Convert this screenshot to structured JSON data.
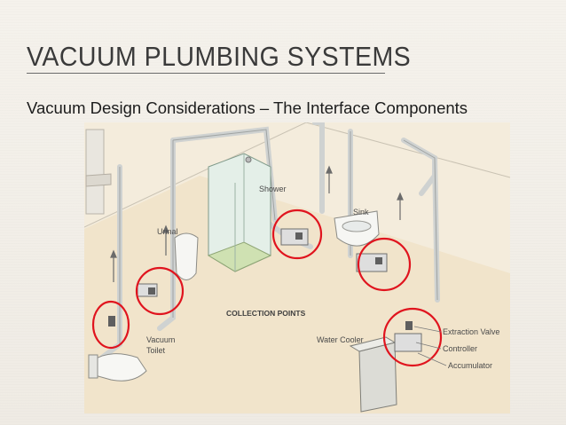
{
  "slide": {
    "title": "VACUUM PLUMBING SYSTEMS",
    "subtitle": "Vacuum Design Considerations – The Interface Components"
  },
  "diagram": {
    "labels": {
      "shower": "Shower",
      "sink": "Sink",
      "urinal": "Urinal",
      "collection_points": "COLLECTION POINTS",
      "vacuum_toilet_1": "Vacuum",
      "vacuum_toilet_2": "Toilet",
      "water_cooler": "Water Cooler",
      "extraction_valve": "Extraction Valve",
      "controller": "Controller",
      "accumulator": "Accumulator"
    },
    "highlight_color": "#e0141e",
    "pipe_color": "#d8dad9",
    "floor_color": "#f0e6d2"
  }
}
